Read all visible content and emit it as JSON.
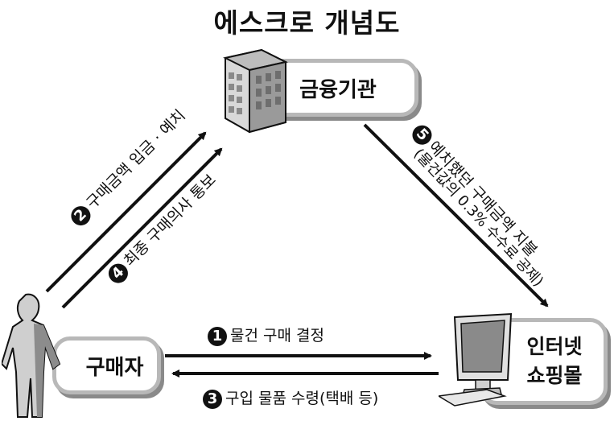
{
  "title": "에스크로 개념도",
  "nodes": {
    "bank": {
      "label": "금융기관",
      "icon": "building-icon"
    },
    "buyer": {
      "label": "구매자",
      "icon": "person-icon"
    },
    "mall": {
      "label_line1": "인터넷",
      "label_line2": "쇼핑몰",
      "icon": "computer-icon"
    }
  },
  "steps": [
    {
      "num": "1",
      "text": "물건 구매 결정",
      "from": "buyer",
      "to": "mall"
    },
    {
      "num": "2",
      "text": "구매금액 입금 · 예치",
      "from": "buyer",
      "to": "bank"
    },
    {
      "num": "3",
      "text": "구입 물품 수령(택배 등)",
      "from": "mall",
      "to": "buyer"
    },
    {
      "num": "4",
      "text": "최종 구매의사 통보",
      "from": "buyer",
      "to": "bank"
    },
    {
      "num": "5",
      "text": "예치했던 구매금액 지불",
      "subtext": "(물건값의 0.3% 수수료 공제)",
      "from": "bank",
      "to": "mall"
    }
  ]
}
